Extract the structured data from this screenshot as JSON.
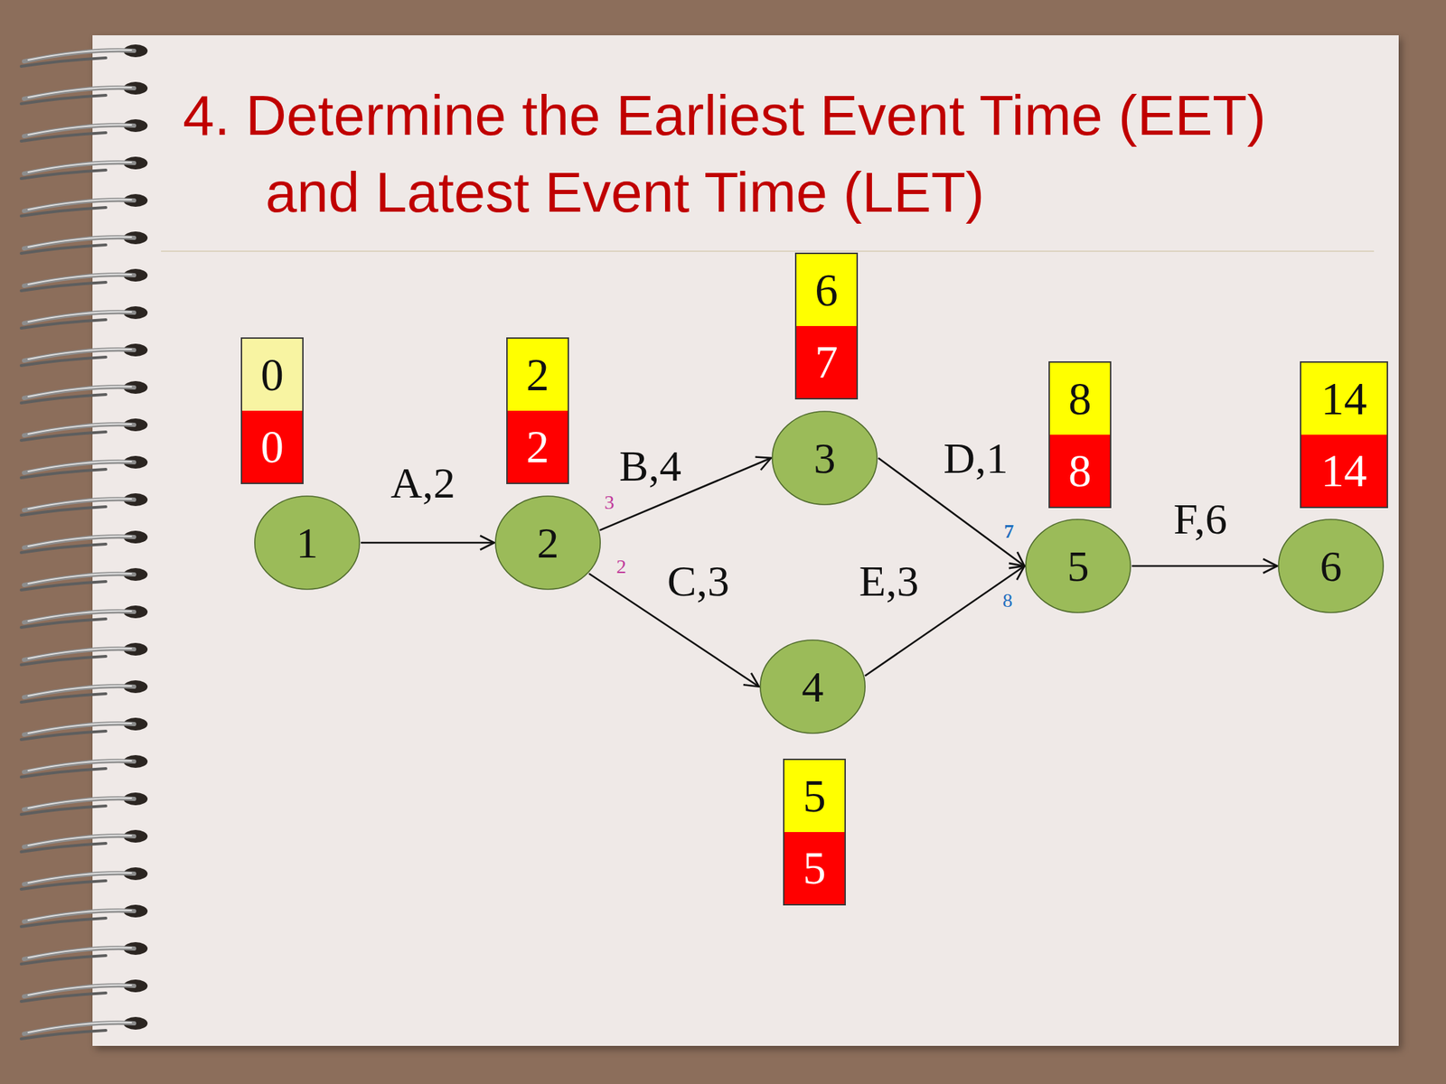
{
  "diagram": {
    "title": "4. Determine the Earliest Event Time (EET) and Latest Event Time (LET)",
    "nodes": [
      {
        "text": [
          "0",
          "0"
        ]
      },
      {
        "text": [
          "1"
        ]
      },
      {
        "text": [
          "2",
          "2"
        ]
      },
      {
        "text": [
          "2"
        ]
      },
      {
        "text": [
          "6",
          "7"
        ]
      },
      {
        "text": [
          "3"
        ]
      },
      {
        "text": [
          "4"
        ]
      },
      {
        "text": [
          "5",
          "5"
        ]
      },
      {
        "text": [
          "8",
          "8"
        ]
      },
      {
        "text": [
          "5"
        ]
      },
      {
        "text": [
          "14",
          "14"
        ]
      },
      {
        "text": [
          "6"
        ]
      }
    ],
    "edges": [
      {
        "from": 1,
        "to": 3,
        "arrow": "to",
        "label": "A,2"
      },
      {
        "from": 3,
        "to": 5,
        "arrow": "to",
        "label": "B,4"
      },
      {
        "from": 3,
        "to": 6,
        "arrow": "to",
        "label": "C,3"
      },
      {
        "from": 5,
        "to": 9,
        "arrow": "to",
        "label": "D,1"
      },
      {
        "from": 6,
        "to": 9,
        "arrow": "to",
        "label": "E,3"
      },
      {
        "from": 9,
        "to": 11,
        "arrow": "to",
        "label": "F,6"
      }
    ],
    "labels": [
      "3",
      "2",
      "7",
      "8"
    ]
  }
}
